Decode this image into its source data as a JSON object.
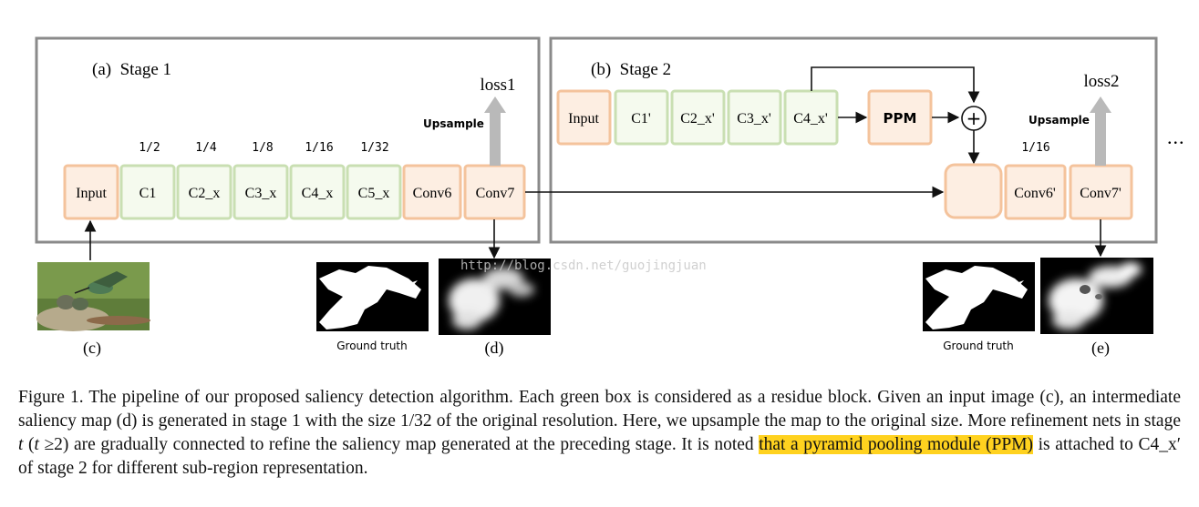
{
  "stage1": {
    "title": "(a)  Stage 1",
    "fractions": [
      "1/2",
      "1/4",
      "1/8",
      "1/16",
      "1/32"
    ],
    "blocks": [
      "Input",
      "C1",
      "C2_x",
      "C3_x",
      "C4_x",
      "C5_x",
      "Conv6",
      "Conv7"
    ],
    "upsample": "Upsample",
    "loss": "loss1"
  },
  "stage2": {
    "title": "(b)  Stage 2",
    "blocks": [
      "Input",
      "C1'",
      "C2_x'",
      "C3_x'",
      "C4_x'"
    ],
    "ppm": "PPM",
    "plus": "+",
    "fraction": "1/16",
    "tail_blocks": [
      "Conv6'",
      "Conv7'"
    ],
    "upsample": "Upsample",
    "loss": "loss2",
    "ellipsis": "..."
  },
  "images": {
    "input_label": "(c)",
    "gt_label_1": "Ground truth",
    "map1_label": "(d)",
    "gt_label_2": "Ground truth",
    "map2_label": "(e)"
  },
  "watermark": "http://blog.csdn.net/guojingjuan",
  "caption": {
    "part1": "Figure 1. The pipeline of our proposed saliency detection algorithm. Each green box is considered as a residue block. Given an input image (c), an intermediate saliency map (d) is generated in stage 1 with the size 1/32 of the original resolution. Here, we upsample the map to the original size. More refinement nets in stage ",
    "t1": "t",
    "paren": " (",
    "t2": "t",
    "geq": " ≥2) are gradually connected to refine the saliency map generated at the preceding stage. It is noted ",
    "highlight": "that a pyramid pooling module (PPM)",
    "part3": " is attached to C4_x′ of stage 2 for different sub-region representation."
  },
  "colors": {
    "orange_fill": "#fdeee2",
    "orange_stroke": "#f4c39c",
    "green_fill": "#f5faee",
    "green_stroke": "#c9dfb2",
    "frame": "#8a8a8a",
    "arrow_gray": "#b9b9b9",
    "highlight": "#ffd21f"
  }
}
